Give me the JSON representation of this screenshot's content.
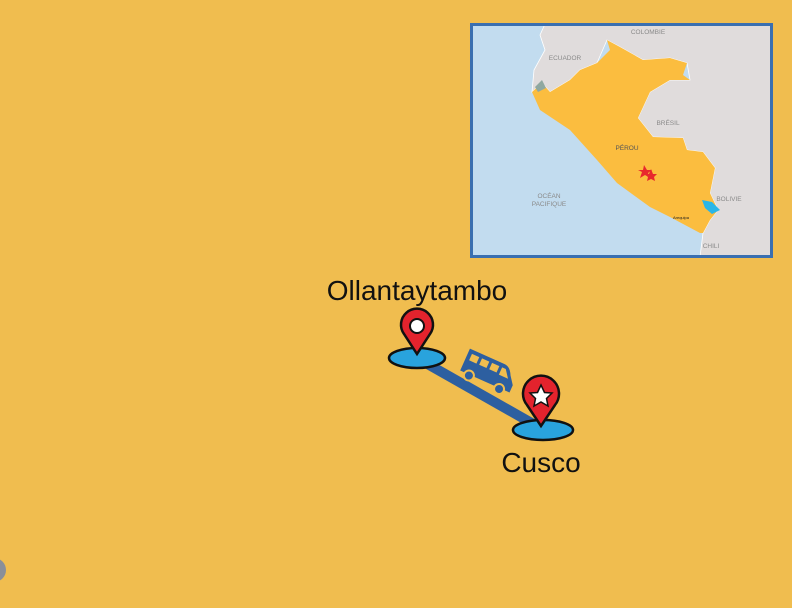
{
  "route": {
    "origin": "Ollantaytambo",
    "destination": "Cusco",
    "transport_icon": "van-icon"
  },
  "inset_map": {
    "countries": [
      "COLOMBIE",
      "ECUADOR",
      "BRÉSIL",
      "PÉROU",
      "BOLIVIE",
      "CHILI"
    ],
    "ocean": [
      "OCÉAN",
      "PACIFIQUE"
    ],
    "city": "Arequipa"
  },
  "colors": {
    "background": "#f0bd4f",
    "peru": "#fbbd3f",
    "ocean": "#c2dcef",
    "land": "#e0dcdc",
    "frame": "#3a6fb0",
    "pin": "#e3232d",
    "route": "#2d5fa0",
    "base": "#29a3dd"
  }
}
